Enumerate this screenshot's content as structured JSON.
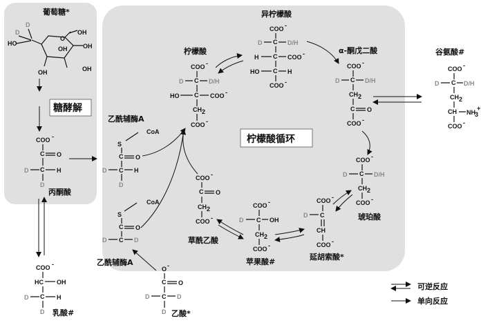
{
  "regions": {
    "glycolysis": "糖酵解",
    "tca_cycle": "柠檬酸循环"
  },
  "compounds": {
    "glucose": "葡萄糖*",
    "pyruvate": "丙酮酸",
    "lactate": "乳酸#",
    "acetyl_coa_1": "乙酰辅酶A",
    "acetyl_coa_2": "乙酰辅酶A",
    "acetate": "乙酸*",
    "citrate": "柠檬酸",
    "isocitrate": "异柠檬酸",
    "alpha_kg": "α-酮戊二酸",
    "glutamate": "谷氨酸#",
    "succinate": "琥珀酸",
    "fumarate": "延胡索酸*",
    "malate": "苹果酸#",
    "oxaloacetate": "草酰乙酸"
  },
  "legend": {
    "reversible": "可逆反应",
    "irreversible": "单向反应"
  },
  "atoms": {
    "coo": "COO",
    "c": "C",
    "o": "O",
    "h": "H",
    "d": "D",
    "dh": "D/H",
    "oh": "OH",
    "ho": "HO",
    "hc": "HC",
    "ch": "CH",
    "ch2": "CH",
    "coa": "CoA",
    "s": "S",
    "nh3": "NH",
    "minus": "-",
    "plus": "+",
    "sub2": "2",
    "sub3": "3"
  }
}
